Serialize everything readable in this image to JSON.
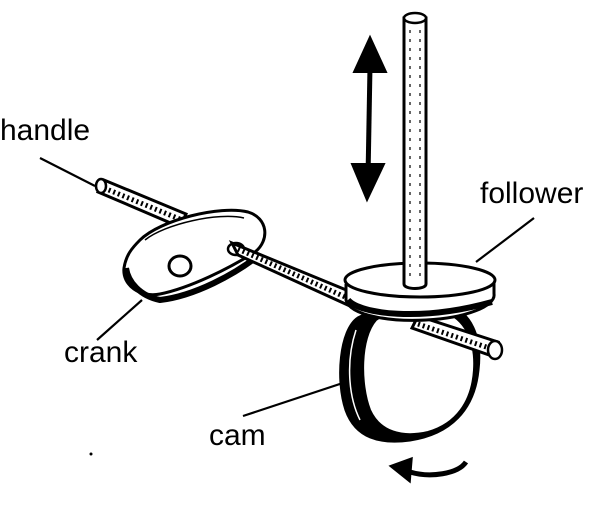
{
  "labels": {
    "handle": "handle",
    "crank": "crank",
    "cam": "cam",
    "follower": "follower"
  },
  "colors": {
    "ink": "#000000",
    "paper": "#ffffff"
  },
  "icons": {
    "motion": "double-vertical-arrow-icon",
    "rotation": "rotation-arrow-icon"
  }
}
